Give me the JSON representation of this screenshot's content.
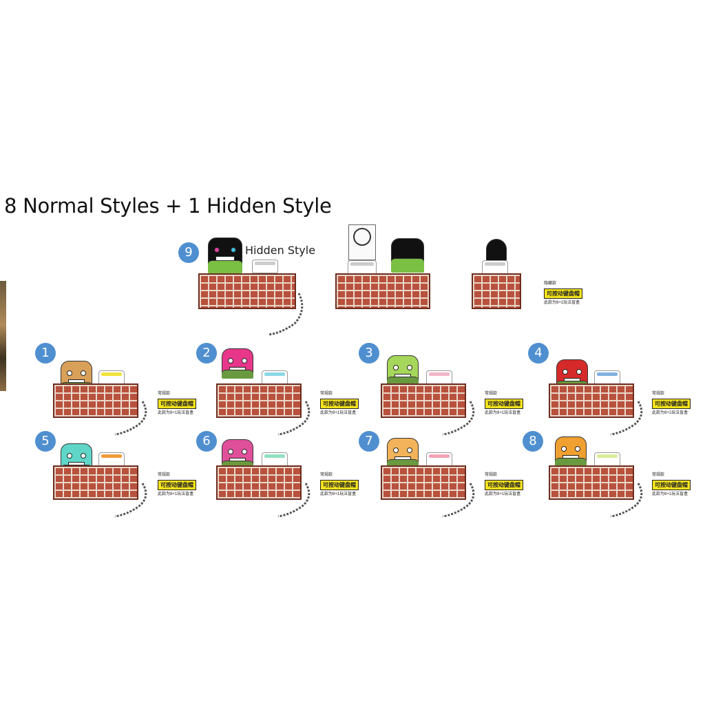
{
  "title": "8 Normal Styles + 1 Hidden Style",
  "hidden_label": "Hidden Style",
  "hidden_note": {
    "small_top": "隐藏款",
    "yellow": "可按动键盘帽",
    "small_bottom": "此款为8+1玩法盲盒"
  },
  "normal_note": {
    "small_top": "常规款",
    "yellow": "可按动键盘帽",
    "small_bottom": "此款为8+1玩法盲盒"
  },
  "items": [
    {
      "number": "1",
      "figure_color": "#d9a05a",
      "keycap_color": "#f2e23a"
    },
    {
      "number": "2",
      "figure_color": "#e8378a",
      "keycap_color": "#8ad8e6"
    },
    {
      "number": "3",
      "figure_color": "#a6d65a",
      "keycap_color": "#f2b5c8"
    },
    {
      "number": "4",
      "figure_color": "#d62a2a",
      "keycap_color": "#7fb0e0"
    },
    {
      "number": "5",
      "figure_color": "#5fd6c8",
      "keycap_color": "#f09a3a"
    },
    {
      "number": "6",
      "figure_color": "#e0509a",
      "keycap_color": "#8fe0c0"
    },
    {
      "number": "7",
      "figure_color": "#f2b35a",
      "keycap_color": "#f2a3b5"
    },
    {
      "number": "8",
      "figure_color": "#f0a030",
      "keycap_color": "#d8ec9a"
    },
    {
      "number": "9",
      "figure_color": "#111111",
      "keycap_color": "#cccccc"
    }
  ]
}
